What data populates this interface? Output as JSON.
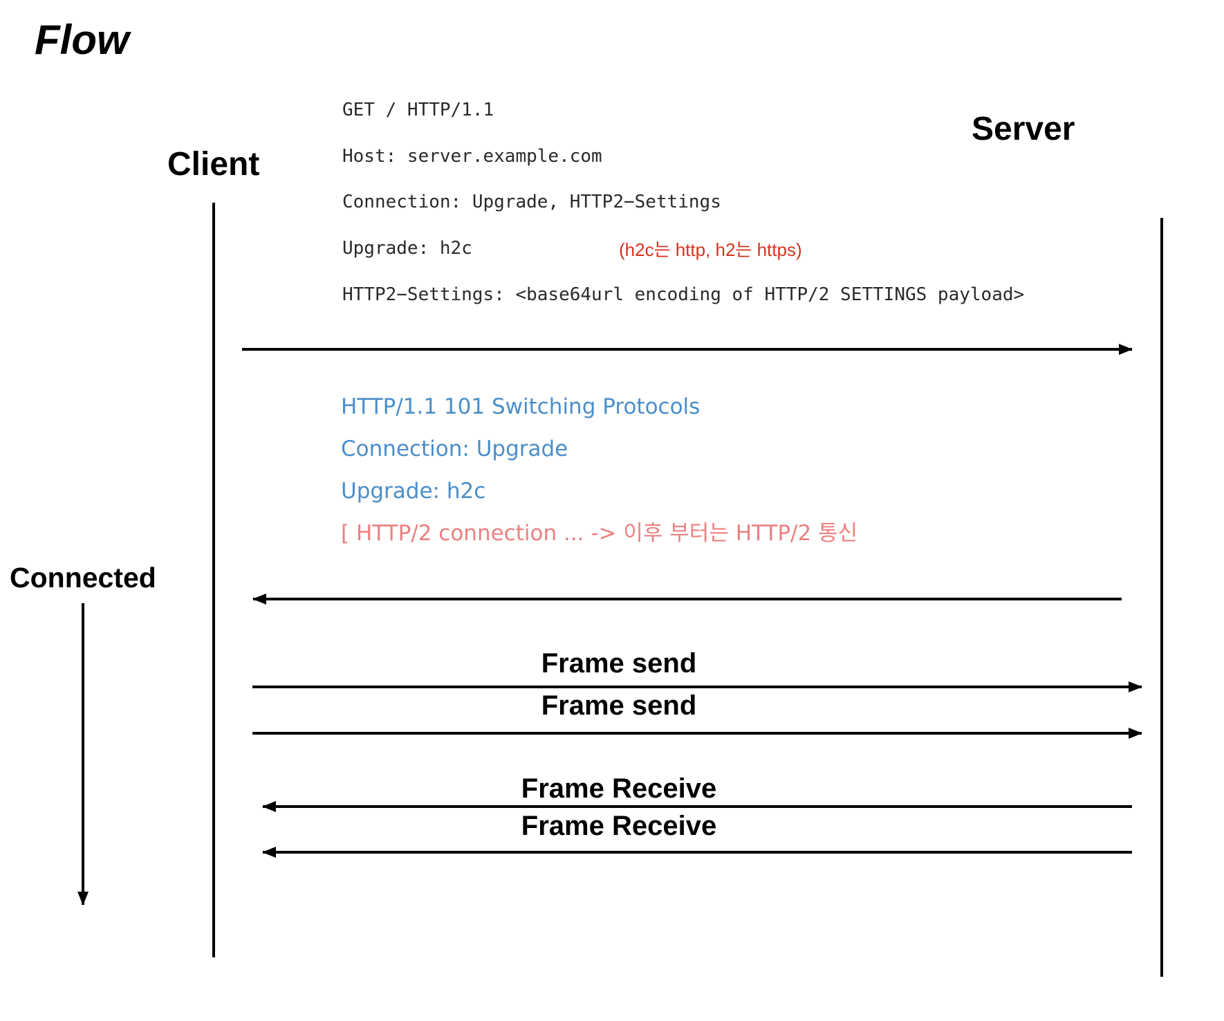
{
  "title": "Flow",
  "actors": {
    "client": "Client",
    "server": "Server"
  },
  "connected_label": "Connected",
  "request": {
    "lines": [
      "GET / HTTP/1.1",
      "Host: server.example.com",
      "Connection: Upgrade, HTTP2−Settings",
      "Upgrade: h2c",
      "HTTP2−Settings: <base64url encoding of HTTP/2 SETTINGS payload>"
    ],
    "note": "(h2c는 http, h2는 https)"
  },
  "response": {
    "lines": [
      "HTTP/1.1 101 Switching Protocols",
      "Connection: Upgrade",
      "Upgrade: h2c"
    ],
    "note": "[ HTTP/2 connection ... -> 이후 부터는 HTTP/2 통신"
  },
  "frames": {
    "send_1": "Frame send",
    "send_2": "Frame send",
    "receive_1": "Frame Receive",
    "receive_2": "Frame Receive"
  }
}
